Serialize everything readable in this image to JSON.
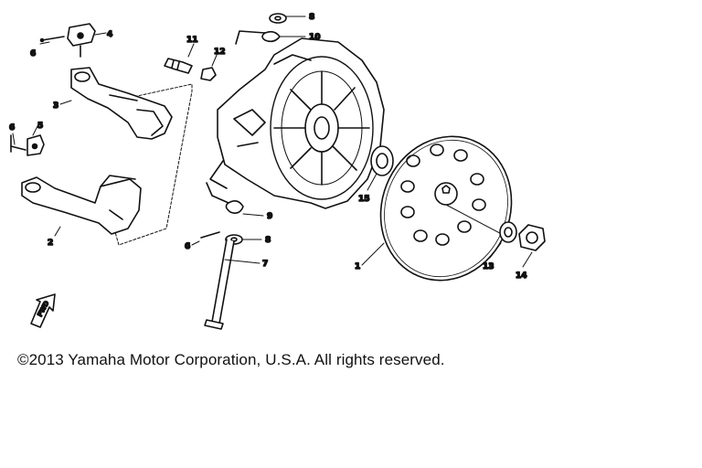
{
  "diagram": {
    "part_labels": [
      "1",
      "2",
      "3",
      "4",
      "5",
      "6",
      "6",
      "7",
      "8",
      "8",
      "9",
      "10",
      "11",
      "12",
      "13",
      "14",
      "15"
    ],
    "fwd_label": "FWD"
  },
  "footer": {
    "copyright": "©2013 Yamaha Motor Corporation, U.S.A. All rights reserved."
  }
}
